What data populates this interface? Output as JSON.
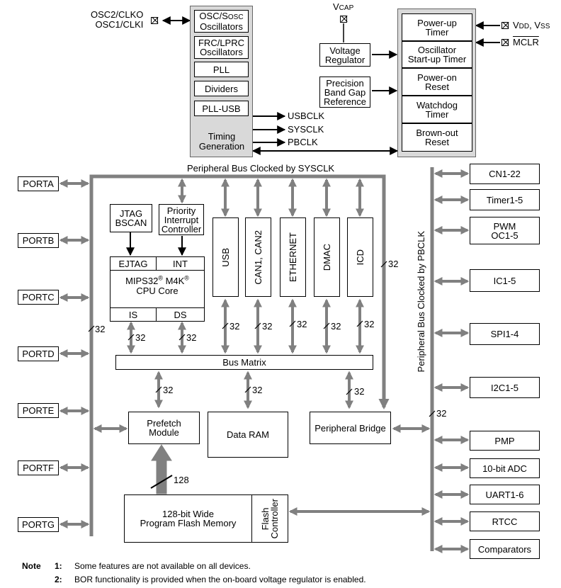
{
  "osc_pins": {
    "line1": "OSC2/CLKO",
    "line2": "OSC1/CLKI"
  },
  "clock": {
    "osc_sosc_a": "OSC/S",
    "osc_sosc_b": "OSC",
    "osc_sosc_c": "Oscillators",
    "frc_line1": "FRC/LPRC",
    "frc_line2": "Oscillators",
    "pll": "PLL",
    "dividers": "Dividers",
    "pll_usb": "PLL-USB",
    "timing_line1": "Timing",
    "timing_line2": "Generation"
  },
  "clock_outputs": {
    "usbclk": "USBCLK",
    "sysclk": "SYSCLK",
    "pbclk": "PBCLK"
  },
  "vcap": {
    "v": "V",
    "cap": "CAP"
  },
  "voltage_regulator": {
    "line1": "Voltage",
    "line2": "Regulator"
  },
  "bandgap": {
    "line1": "Precision",
    "line2": "Band Gap",
    "line3": "Reference"
  },
  "reset_block": {
    "powerup_1": "Power-up",
    "powerup_2": "Timer",
    "ost_1": "Oscillator",
    "ost_2": "Start-up Timer",
    "por_1": "Power-on",
    "por_2": "Reset",
    "wdt_1": "Watchdog",
    "wdt_2": "Timer",
    "bor_1": "Brown-out",
    "bor_2": "Reset"
  },
  "supply_pins": {
    "v1": "V",
    "dd": "DD",
    "sep": ", V",
    "ss": "SS",
    "mclr": "MCLR"
  },
  "peripheral_bus_sysclk": "Peripheral Bus Clocked by SYSCLK",
  "peripheral_bus_pbclk": "Peripheral Bus Clocked by PBCLK",
  "ports": [
    "PORTA",
    "PORTB",
    "PORTC",
    "PORTD",
    "PORTE",
    "PORTF",
    "PORTG"
  ],
  "jtag": {
    "line1": "JTAG",
    "line2": "BSCAN"
  },
  "priority_interrupt": {
    "line1": "Priority",
    "line2": "Interrupt",
    "line3": "Controller"
  },
  "cpu": {
    "ejtag": "EJTAG",
    "int": "INT",
    "name_a": "MIPS32",
    "reg1": "®",
    "name_b": " M4K",
    "reg2": "®",
    "name_c": "CPU Core",
    "is": "IS",
    "ds": "DS"
  },
  "bus_masters": [
    "USB",
    "CAN1, CAN2",
    "ETHERNET",
    "DMAC",
    "ICD"
  ],
  "bus_matrix": "Bus Matrix",
  "width_labels": {
    "w32": "32",
    "w128": "128"
  },
  "prefetch": {
    "line1": "Prefetch",
    "line2": "Module"
  },
  "data_ram": "Data RAM",
  "peripheral_bridge": "Peripheral Bridge",
  "flash": {
    "line1": "128-bit Wide",
    "line2": "Program Flash Memory"
  },
  "flash_controller": {
    "line1": "Flash",
    "line2": "Controller"
  },
  "peripherals": [
    {
      "line1": "CN1-22",
      "line2": ""
    },
    {
      "line1": "Timer1-5",
      "line2": ""
    },
    {
      "line1": "PWM",
      "line2": "OC1-5"
    },
    {
      "line1": "IC1-5",
      "line2": ""
    },
    {
      "line1": "SPI1-4",
      "line2": ""
    },
    {
      "line1": "I2C1-5",
      "line2": ""
    },
    {
      "line1": "PMP",
      "line2": ""
    },
    {
      "line1": "10-bit ADC",
      "line2": ""
    },
    {
      "line1": "UART1-6",
      "line2": ""
    },
    {
      "line1": "RTCC",
      "line2": ""
    },
    {
      "line1": "Comparators",
      "line2": ""
    }
  ],
  "notes": {
    "heading": "Note",
    "n1_num": "1:",
    "n1_text": "Some features are not available on all devices.",
    "n2_num": "2:",
    "n2_text": "BOR functionality is provided when the on-board voltage regulator is enabled."
  }
}
